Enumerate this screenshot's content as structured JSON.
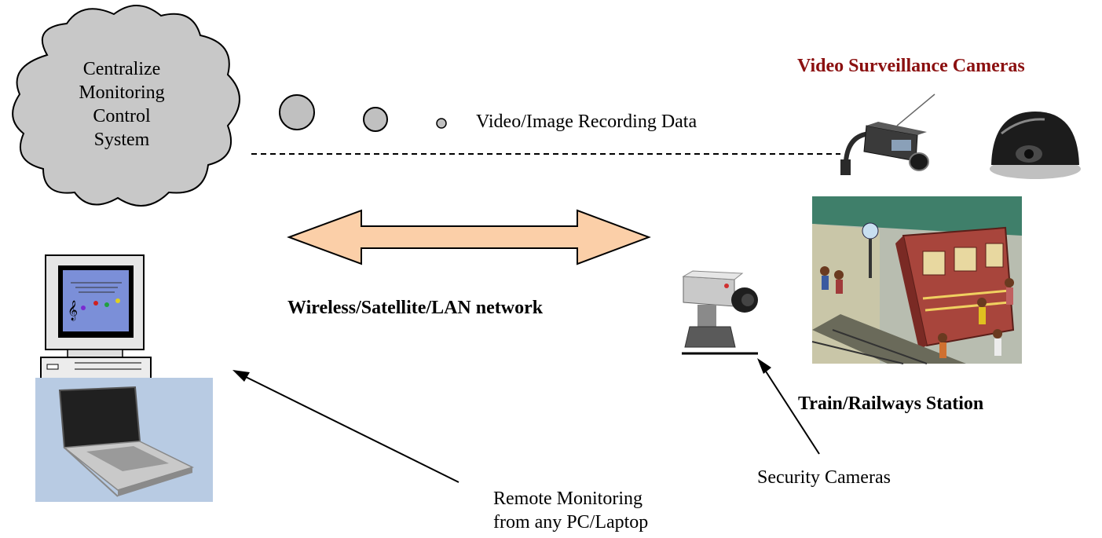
{
  "cloud": {
    "lines": [
      "Centralize",
      "Monitoring",
      "Control",
      "System"
    ]
  },
  "labels": {
    "surveillance_title": "Video Surveillance Cameras",
    "recording_data": "Video/Image Recording Data",
    "network": "Wireless/Satellite/LAN network",
    "station": "Train/Railways Station",
    "security_cameras": "Security Cameras",
    "remote_line1": "Remote Monitoring",
    "remote_line2": "from any PC/Laptop"
  },
  "colors": {
    "cloud_fill": "#c8c8c8",
    "bubble_fill": "#c0c0c0",
    "arrow_fill": "#fbcfa8",
    "title_color": "#8b1010"
  }
}
